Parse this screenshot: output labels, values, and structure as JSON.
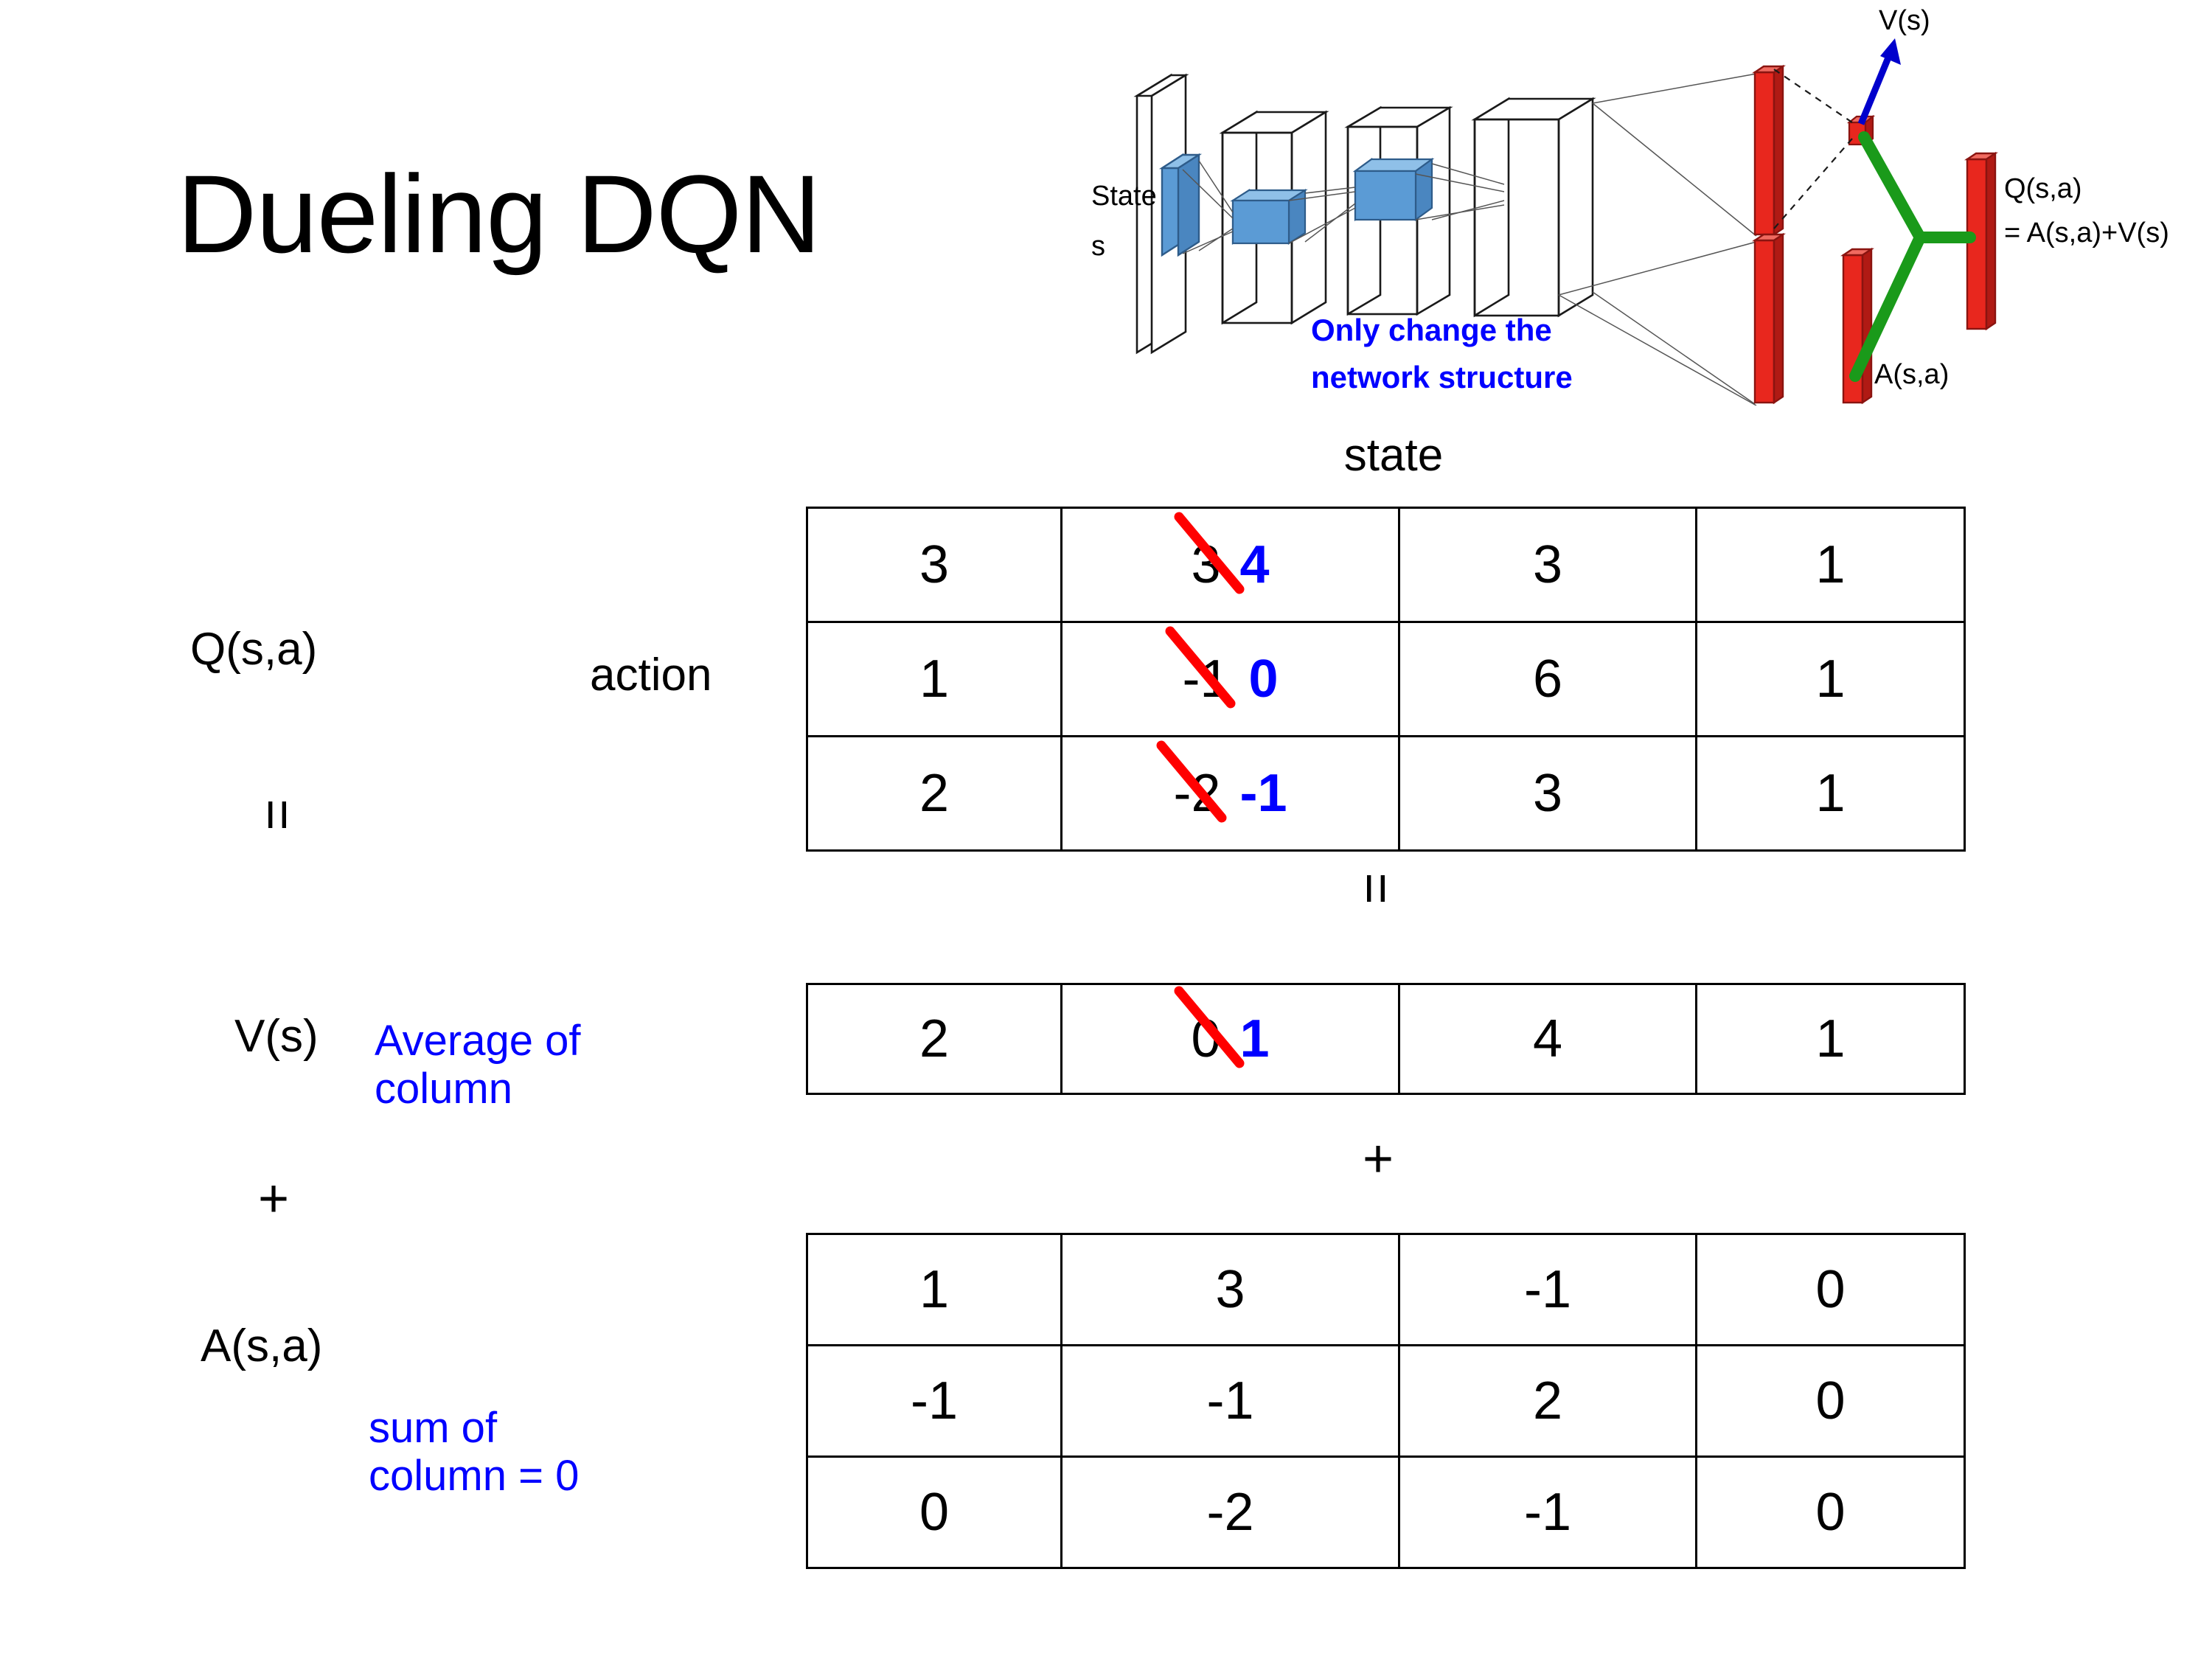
{
  "title": "Dueling DQN",
  "diagram": {
    "state_label_line1": "State",
    "state_label_line2": "s",
    "note": "Only change the\nnetwork structure",
    "note_line1": "Only change the",
    "note_line2": "network structure",
    "v_output": "V(s)",
    "a_output": "A(s,a)",
    "q_output_line1": "Q(s,a)",
    "q_output_line2": "= A(s,a)+V(s)",
    "colors": {
      "note": "#0000ff",
      "v_arrow": "#0000cc",
      "bar": "#e8271e",
      "merge": "#1a9a1a",
      "conv": "#5b9bd5"
    }
  },
  "labels": {
    "state": "state",
    "action": "action",
    "q": "Q(s,a)",
    "v": "V(s)",
    "a": "A(s,a)",
    "equals": "=",
    "plus": "+"
  },
  "notes": {
    "average_line1": "Average of",
    "average_line2": "column",
    "sum_line1": "sum of",
    "sum_line2": "column = 0",
    "color": "#0000ff"
  },
  "colors": {
    "strike": "#ff0000",
    "new_value": "#0000ff",
    "text": "#000000",
    "grid": "#000000"
  },
  "q_table": {
    "name": "Q(s,a)",
    "rows": [
      [
        {
          "value": "3"
        },
        {
          "old": "3",
          "new": "4",
          "edited": true
        },
        {
          "value": "3"
        },
        {
          "value": "1"
        }
      ],
      [
        {
          "value": "1"
        },
        {
          "old": "-1",
          "new": "0",
          "edited": true
        },
        {
          "value": "6"
        },
        {
          "value": "1"
        }
      ],
      [
        {
          "value": "2"
        },
        {
          "old": "-2",
          "new": "-1",
          "edited": true
        },
        {
          "value": "3"
        },
        {
          "value": "1"
        }
      ]
    ]
  },
  "v_table": {
    "name": "V(s)",
    "rows": [
      [
        {
          "value": "2"
        },
        {
          "old": "0",
          "new": "1",
          "edited": true
        },
        {
          "value": "4"
        },
        {
          "value": "1"
        }
      ]
    ]
  },
  "a_table": {
    "name": "A(s,a)",
    "rows": [
      [
        {
          "value": "1"
        },
        {
          "value": "3"
        },
        {
          "value": "-1"
        },
        {
          "value": "0"
        }
      ],
      [
        {
          "value": "-1"
        },
        {
          "value": "-1"
        },
        {
          "value": "2"
        },
        {
          "value": "0"
        }
      ],
      [
        {
          "value": "0"
        },
        {
          "value": "-2"
        },
        {
          "value": "-1"
        },
        {
          "value": "0"
        }
      ]
    ]
  }
}
